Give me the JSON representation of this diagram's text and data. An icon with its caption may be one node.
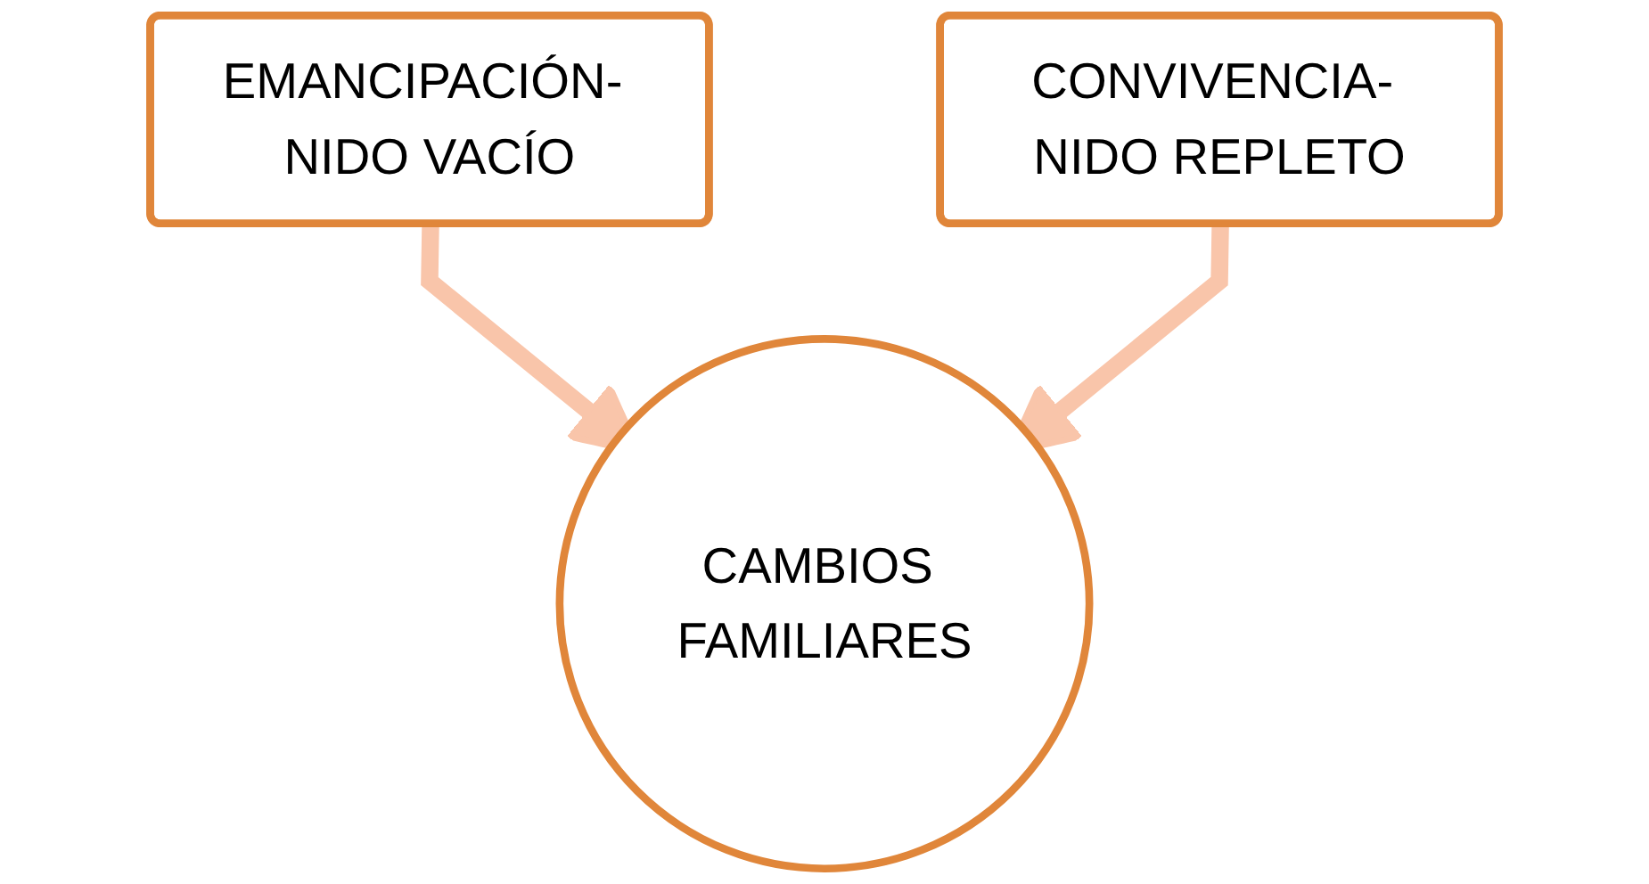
{
  "diagram": {
    "nodes": [
      {
        "text": [
          "EMANCIPACIÓN- NIDO VACÍO"
        ]
      },
      {
        "text": [
          "CONVIVENCIA- NIDO REPLETO"
        ]
      },
      {
        "text": [
          "CAMBIOS FAMILIARES"
        ]
      }
    ],
    "edges": [
      {
        "from": 0,
        "to": 2,
        "arrow": "to",
        "color": "#f9c5aa"
      },
      {
        "from": 1,
        "to": 2,
        "arrow": "to",
        "color": "#f9c5aa"
      }
    ]
  }
}
